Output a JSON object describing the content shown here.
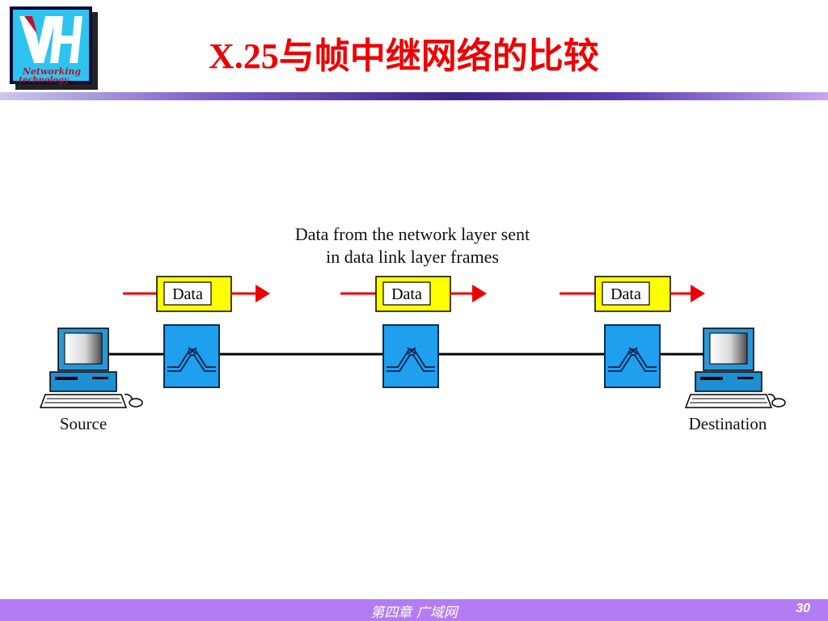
{
  "header": {
    "title": "X.25与帧中继网络的比较",
    "logo": {
      "letters": "VH",
      "line1": "Networking",
      "line2": "technology"
    }
  },
  "diagram": {
    "caption_line1": "Data from the network layer sent",
    "caption_line2": "in data link layer frames",
    "frames": [
      {
        "label": "Data"
      },
      {
        "label": "Data"
      },
      {
        "label": "Data"
      }
    ],
    "source_label": "Source",
    "destination_label": "Destination",
    "colors": {
      "frame_fill": "#ffff00",
      "arrow": "#ee0000",
      "switch_fill": "#1ea0ef",
      "line": "#000000"
    }
  },
  "footer": {
    "chapter": "第四章  广域网",
    "page_number": "30"
  }
}
